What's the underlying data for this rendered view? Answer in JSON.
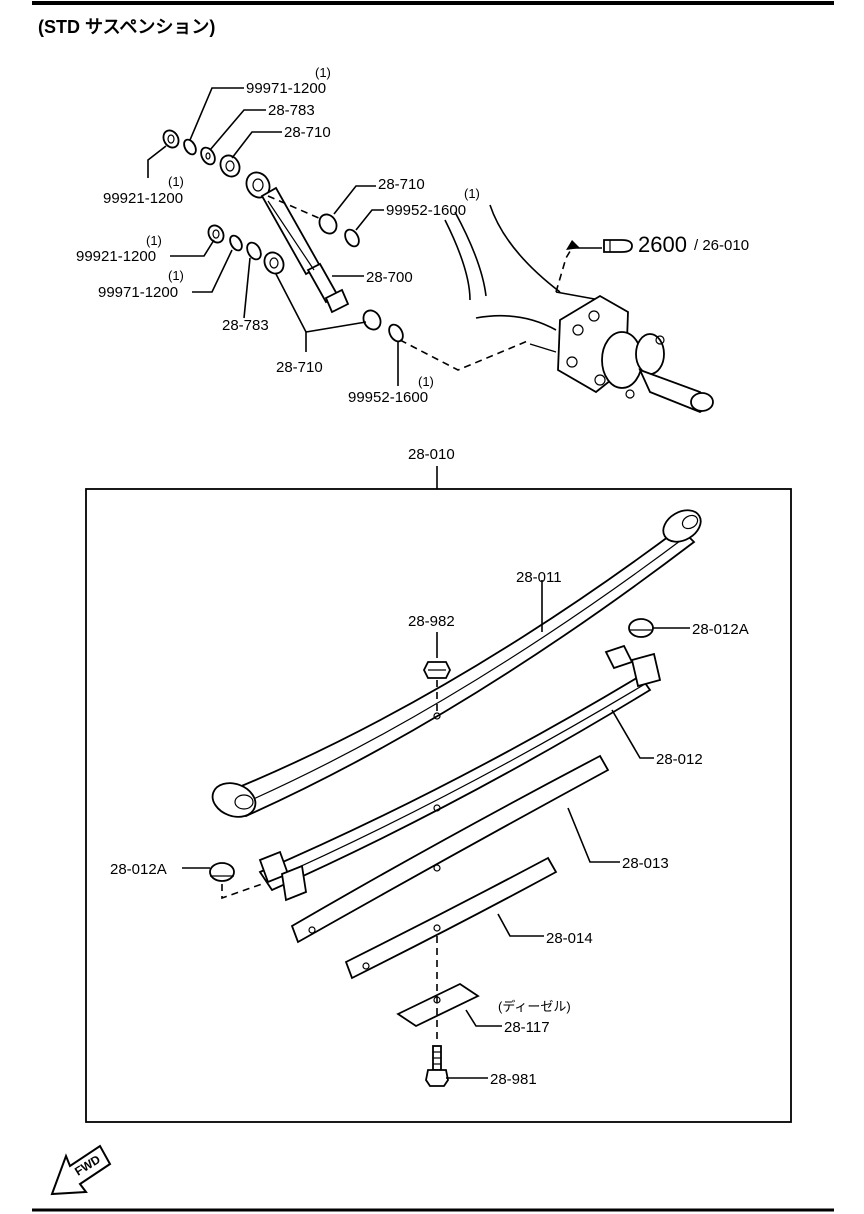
{
  "title": "(STD サスペンション)",
  "ref_link": {
    "number": "2600",
    "sub": "/ 26-010"
  },
  "labels": {
    "p99971_1200_a": "99971-1200",
    "p99971_1200_a_qty": "(1)",
    "p28_783_a": "28-783",
    "p28_710_a": "28-710",
    "p99921_1200_a": "99921-1200",
    "p99921_1200_a_qty": "(1)",
    "p28_710_b": "28-710",
    "p99952_1600_a": "99952-1600",
    "p99952_1600_a_qty": "(1)",
    "p99921_1200_b": "99921-1200",
    "p99921_1200_b_qty": "(1)",
    "p99971_1200_b": "99971-1200",
    "p99971_1200_b_qty": "(1)",
    "p28_700": "28-700",
    "p28_783_b": "28-783",
    "p28_710_c": "28-710",
    "p99952_1600_b": "99952-1600",
    "p99952_1600_b_qty": "(1)",
    "p28_010": "28-010",
    "p28_011": "28-011",
    "p28_982": "28-982",
    "p28_012A_a": "28-012A",
    "p28_012": "28-012",
    "p28_012A_b": "28-012A",
    "p28_013": "28-013",
    "p28_014": "28-014",
    "diesel_note": "(ディーゼル)",
    "p28_117": "28-117",
    "p28_981": "28-981"
  },
  "fwd_label": "FWD"
}
